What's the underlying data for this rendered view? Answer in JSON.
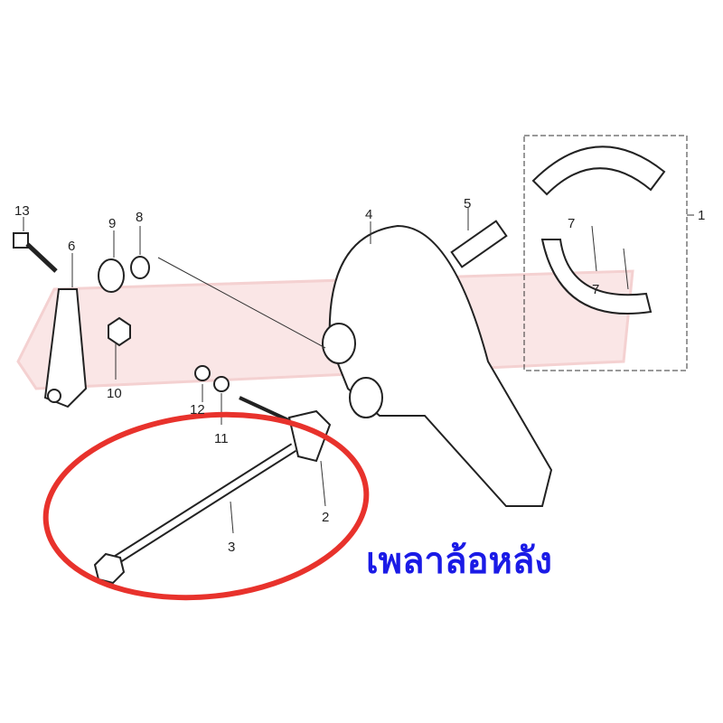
{
  "diagram": {
    "part_numbers": [
      "1",
      "2",
      "3",
      "4",
      "5",
      "6",
      "7",
      "7",
      "8",
      "9",
      "10",
      "11",
      "12",
      "13"
    ],
    "caption": "เพลาล้อหลัง",
    "highlight_color": "#e8322c",
    "caption_color": "#1a1ae6",
    "watermark_color": "#f2b5b5"
  }
}
